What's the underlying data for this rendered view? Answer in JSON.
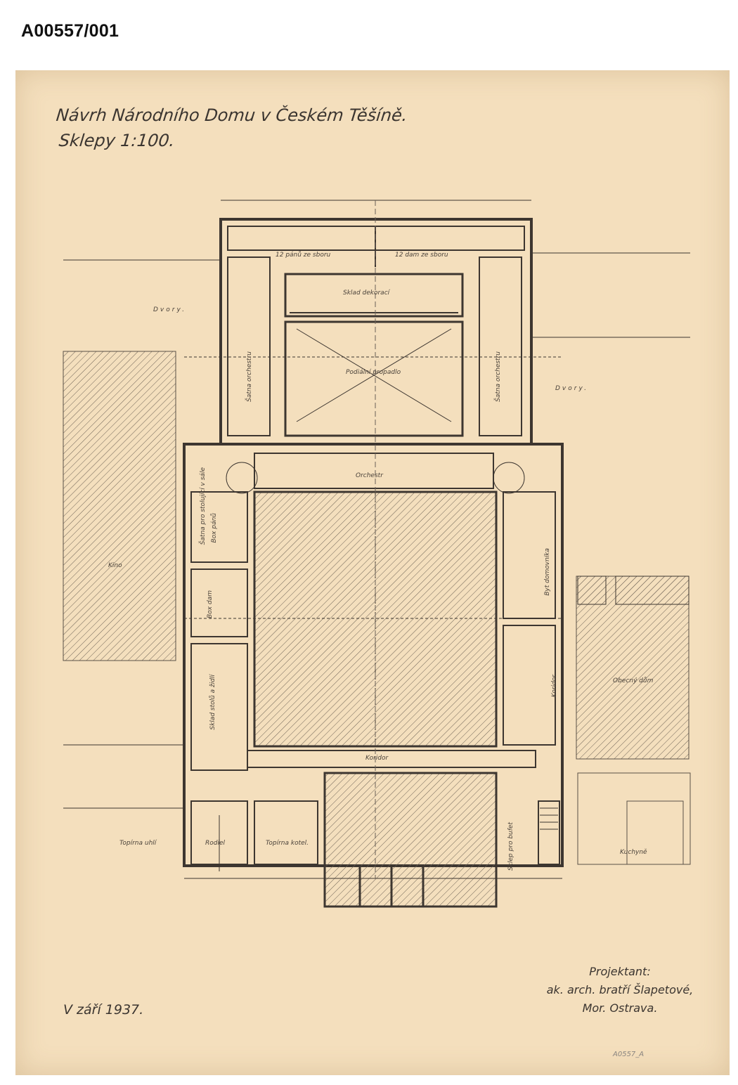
{
  "archive_id": "A00557/001",
  "title": {
    "line1": "Návrh Národního Domu v Českém Těšíně.",
    "line2": "Sklepy 1:100."
  },
  "date": "V září 1937.",
  "designer": {
    "line1": "Projektant:",
    "line2": "ak. arch. bratří Šlapetové,",
    "line3": "Mor. Ostrava."
  },
  "rooms": {
    "chorus_men": "12 pánů ze sboru",
    "chorus_women": "12 dam ze sboru",
    "scenery_store": "Sklad dekorací",
    "stage_lift": "Podiální propadlo",
    "orchestra": "Orchestr",
    "courtyard_left": "Dvory.",
    "courtyard_right": "Dvory.",
    "dressing_left": "Šatna orchestru",
    "dressing_right": "Šatna orchestru",
    "wardrobe": "Šatna pro stolující v sále",
    "box_men": "Box pánů",
    "box_women": "Box dam",
    "table_store": "Sklad stolů a židlí",
    "corridor": "Koridor",
    "boiler_coal": "Topírna uhlí",
    "boiler_room": "Topírna kotel.",
    "coal_bay": "Rodiel",
    "bar_store": "Sklep pro bufet",
    "plans_store": "Byt domovníka",
    "corridor_right": "Koridor",
    "neighbor_left": "Kino",
    "neighbor_right": "Obecný dům",
    "kitchen": "Kuchyně"
  },
  "stamp": "A0557_A"
}
